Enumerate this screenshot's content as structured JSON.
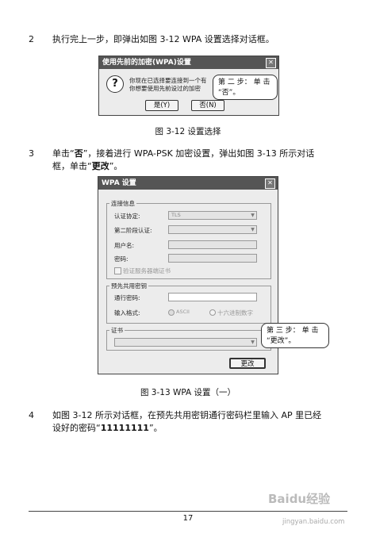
{
  "step2": {
    "number": "2",
    "text": "执行完上一步，即弹出如图 3-12 WPA 设置选择对话框。"
  },
  "dialog1": {
    "title": "使用先前的加密(WPA)设置",
    "close": "✕",
    "question_icon": "question-icon",
    "line1": "你现在已选择要连接到一个有",
    "line2": "你想要使用先前设过的加密",
    "yes_button": "是(Y)",
    "no_button": "否(N)",
    "callout": "第 二 步： 单 击 “否”。"
  },
  "caption1": "图 3-12  设置选择",
  "step3": {
    "number": "3",
    "text_a": "单击“",
    "text_no": "否",
    "text_b": "”，接着进行 WPA-PSK 加密设置，弹出如图 3-13 所示对话",
    "line2_a": "框，单击“",
    "line2_bold": "更改",
    "line2_b": "”。"
  },
  "dialog2": {
    "title": "WPA 设置",
    "close": "✕",
    "conn_group": "连接信息",
    "auth_label": "认证协定:",
    "auth_value": "TLS",
    "phase2_label": "第二阶段认证:",
    "user_label": "用户名:",
    "pass_label": "密码:",
    "verify_label": "验证服务器端证书",
    "psk_group": "预先共用密钥",
    "passphrase_label": "通行密码:",
    "format_label": "输入格式:",
    "format_ascii": "ASCII",
    "format_hex": "十六进制数字",
    "cert_group": "证书",
    "change_button": "更改",
    "callout": "第 三 步： 单 击 “更改”。"
  },
  "caption2": "图 3-13 WPA 设置（一）",
  "step4": {
    "number": "4",
    "line1": "如图 3-12 所示对话框，在预先共用密钥通行密码栏里输入 AP 里已经",
    "line2_a": "设好的密码“",
    "line2_bold": "11111111",
    "line2_b": "”。"
  },
  "page_number": "17",
  "watermark": {
    "brand": "Baidu经验",
    "url": "jingyan.baidu.com"
  }
}
